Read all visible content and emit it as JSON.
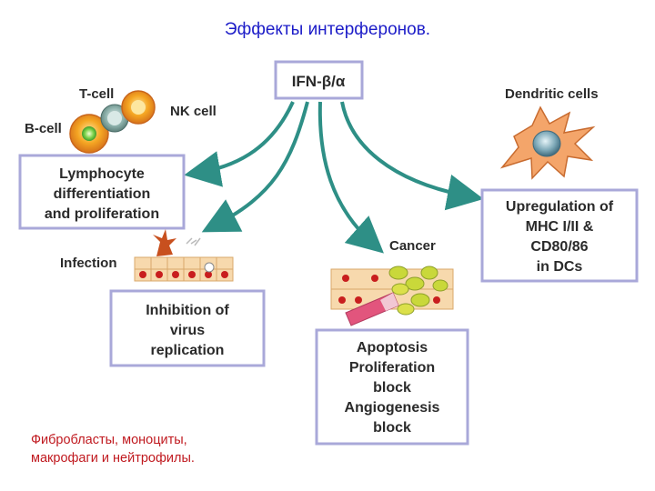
{
  "title": "Эффекты интерферонов.",
  "source": {
    "label": "IFN-β/α"
  },
  "cells": {
    "t_cell": "T-cell",
    "nk_cell": "NK cell",
    "b_cell": "B-cell",
    "dendritic": "Dendritic cells",
    "infection": "Infection",
    "cancer": "Cancer"
  },
  "boxes": {
    "lymphocyte": [
      "Lymphocyte",
      "differentiation",
      "and proliferation"
    ],
    "virus": [
      "Inhibition of",
      "virus",
      "replication"
    ],
    "apoptosis": [
      "Apoptosis",
      "Proliferation",
      "block",
      "Angiogenesis",
      "block"
    ],
    "mhc": [
      "Upregulation of",
      "MHC I/II &",
      "CD80/86",
      "in DCs"
    ]
  },
  "caption": [
    "Фибробласты, моноциты,",
    "макрофаги и нейтрофилы."
  ],
  "colors": {
    "title": "#1c1cc8",
    "arrow": "#2e8f86",
    "box_border": "#a9a8d9",
    "caption": "#c0191f"
  }
}
